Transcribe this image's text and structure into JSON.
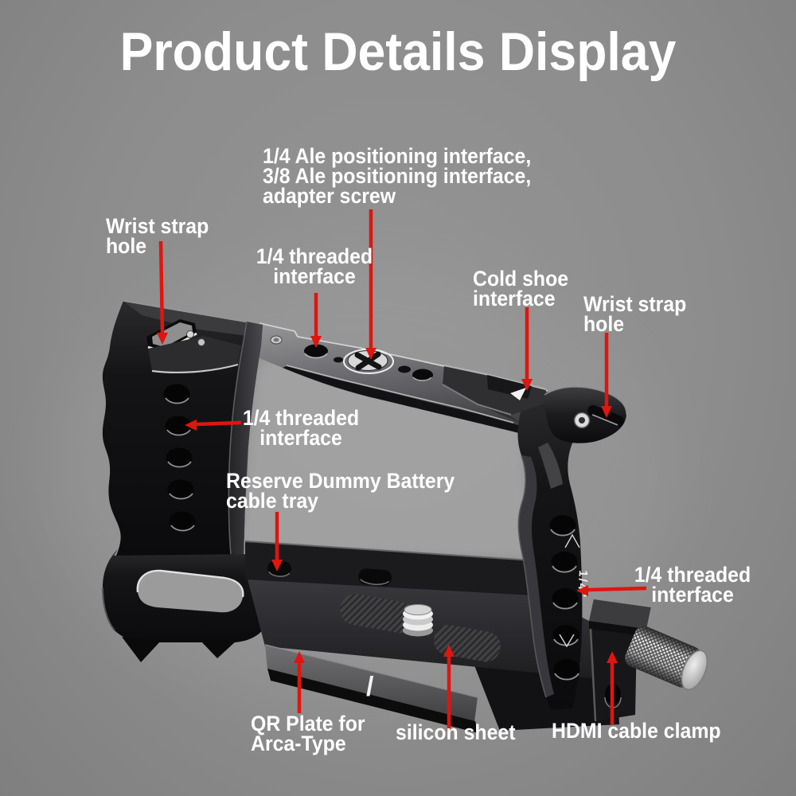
{
  "title": "Product Details Display",
  "colors": {
    "background": "#8d8d8d",
    "label_text": "#ffffff",
    "arrow_red": "#e0150f",
    "cage_black": "#111111",
    "metal_silver": "#d9d9d9"
  },
  "annotations": [
    {
      "id": "adapter-screw",
      "text": "1/4 Ale positioning interface,\n3/8 Ale positioning interface,\nadapter screw"
    },
    {
      "id": "wrist-strap-hole-left",
      "text": "Wrist strap\nhole"
    },
    {
      "id": "quarter-threaded-interface-top",
      "text": "1/4 threaded\ninterface"
    },
    {
      "id": "cold-shoe-interface",
      "text": "Cold shoe\ninterface"
    },
    {
      "id": "wrist-strap-hole-right",
      "text": "Wrist strap\nhole"
    },
    {
      "id": "quarter-threaded-interface-left",
      "text": "1/4 threaded\ninterface"
    },
    {
      "id": "reserve-dummy-battery-cable-tray",
      "text": "Reserve Dummy Battery\ncable tray"
    },
    {
      "id": "quarter-threaded-interface-right",
      "text": "1/4 threaded\ninterface"
    },
    {
      "id": "qr-plate-arca-type",
      "text": "QR Plate for\nArca-Type"
    },
    {
      "id": "silicon-sheet",
      "text": "silicon sheet"
    },
    {
      "id": "hdmi-cable-clamp",
      "text": "HDMI cable clamp"
    }
  ],
  "product": {
    "markings": {
      "pillar_engraving": "1/4\"",
      "plate_slash": "/"
    }
  }
}
